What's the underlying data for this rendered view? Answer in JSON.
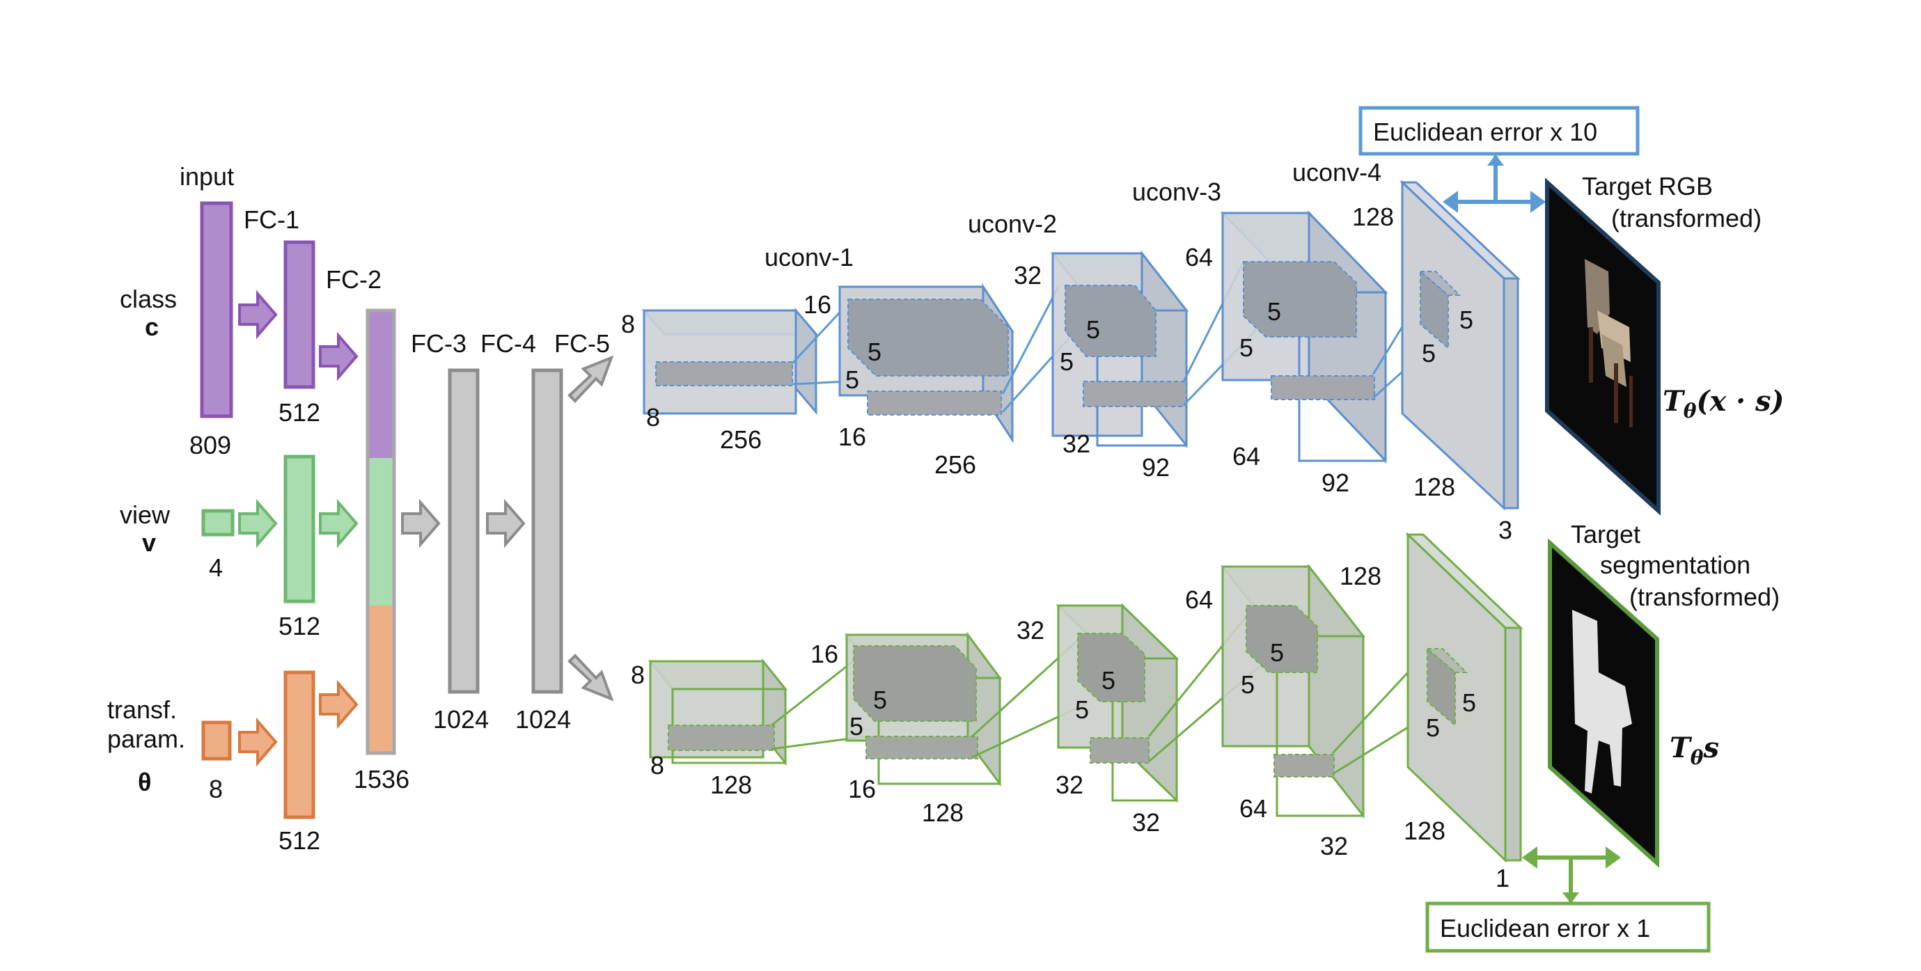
{
  "colors": {
    "purple": "#b08ccc",
    "purple_stroke": "#8a54b3",
    "green": "#a9dcae",
    "green_stroke": "#6cb76f",
    "orange": "#eeaf86",
    "orange_stroke": "#d9793f",
    "gray": "#c8c8c8",
    "gray_stroke": "#8c8c8c",
    "blue_stroke": "#5b8fcf",
    "blue_line": "#5b9bd5",
    "green_line": "#70ad47"
  },
  "inputs": {
    "heading": "input",
    "class_label": "class",
    "class_symbol": "c",
    "class_size": "809",
    "view_label": "view",
    "view_symbol": "v",
    "view_size": "4",
    "transf_label_1": "transf.",
    "transf_label_2": "param.",
    "transf_symbol": "θ",
    "transf_size": "8"
  },
  "fc_layers": {
    "fc1_label": "FC-1",
    "fc1_size_class": "512",
    "fc1_size_view": "512",
    "fc1_size_transf": "512",
    "fc2_label": "FC-2",
    "fc2_size": "1536",
    "fc3_label": "FC-3",
    "fc3_size": "1024",
    "fc4_label": "FC-4",
    "fc4_size": "1024",
    "fc5_label": "FC-5"
  },
  "rgb_branch": {
    "uconv1_label": "uconv-1",
    "uconv2_label": "uconv-2",
    "uconv3_label": "uconv-3",
    "uconv4_label": "uconv-4",
    "b0": {
      "top": "8",
      "left": "8",
      "bottom": "256"
    },
    "b1": {
      "top": "16",
      "left": "16",
      "bottom": "256",
      "k1": "5",
      "k2": "5"
    },
    "b2": {
      "top": "32",
      "left": "32",
      "bottom": "92",
      "k1": "5",
      "k2": "5"
    },
    "b3": {
      "top": "64",
      "left": "64",
      "bottom": "92",
      "k1": "5",
      "k2": "5"
    },
    "b4": {
      "top": "128",
      "bottom": "128",
      "depth": "3",
      "k1": "5",
      "k2": "5"
    },
    "target_line1": "Target RGB",
    "target_line2": "(transformed)",
    "error_label": "Euclidean error x 10"
  },
  "seg_branch": {
    "b0": {
      "top": "8",
      "left": "8",
      "bottom": "128"
    },
    "b1": {
      "top": "16",
      "left": "16",
      "bottom": "128",
      "k1": "5",
      "k2": "5"
    },
    "b2": {
      "top": "32",
      "left": "32",
      "bottom": "32",
      "k1": "5",
      "k2": "5"
    },
    "b3": {
      "top": "64",
      "left": "64",
      "bottom": "32",
      "k1": "5",
      "k2": "5"
    },
    "b4": {
      "top": "128",
      "bottom": "128",
      "depth": "1",
      "k1": "5",
      "k2": "5"
    },
    "target_line1": "Target",
    "target_line2": "segmentation",
    "target_line3": "(transformed)",
    "error_label": "Euclidean error x 1"
  },
  "formulas": {
    "rgb_T": "T",
    "rgb_sub": "θ",
    "rgb_expr": "(x · s)",
    "seg_T": "T",
    "seg_sub": "θ",
    "seg_expr": "s"
  }
}
